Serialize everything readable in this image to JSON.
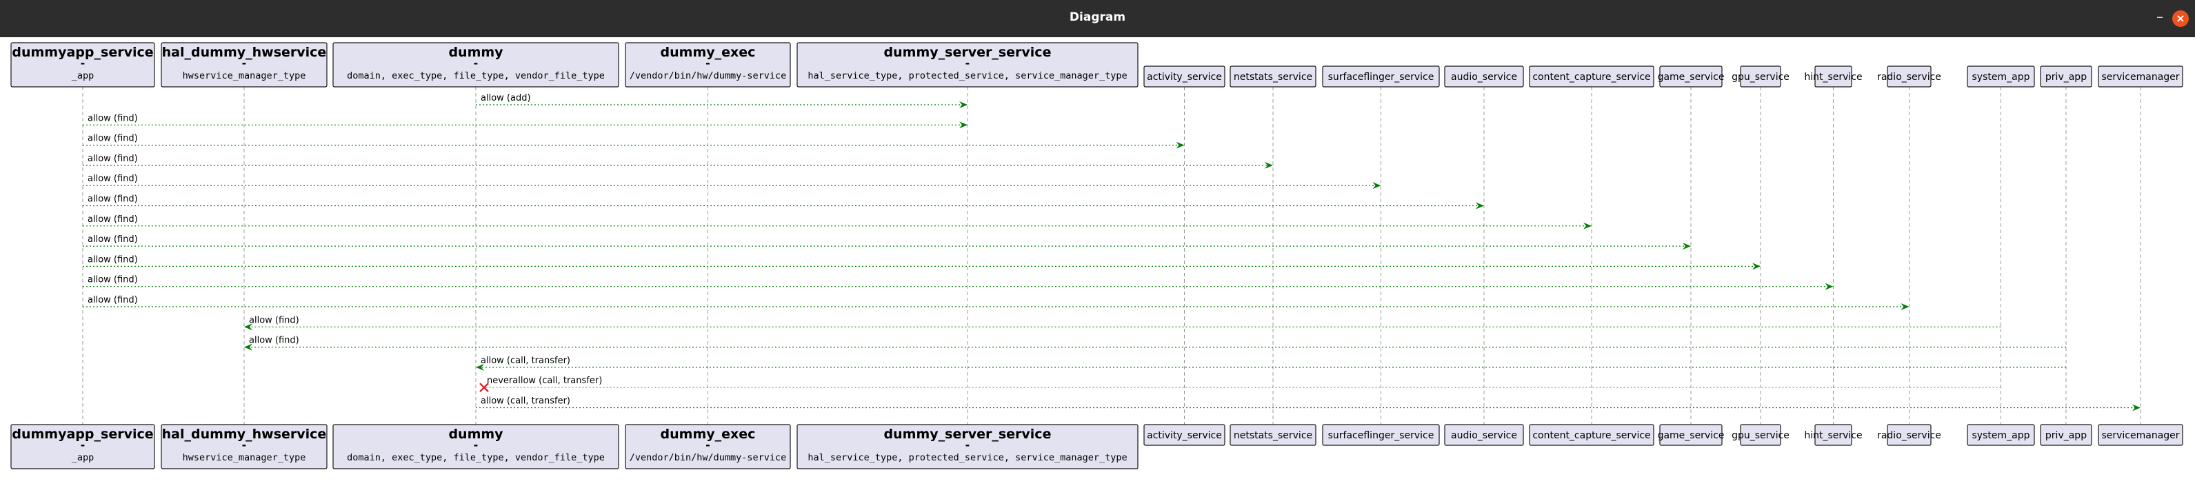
{
  "window": {
    "title": "Diagram",
    "minimize_icon": "minimize-icon",
    "close_icon": "close-icon",
    "close_color": "#e95420"
  },
  "participants": [
    {
      "id": "dummyapp_service",
      "name": "dummyapp_service",
      "dash": "-",
      "attrs": "_app"
    },
    {
      "id": "hal_dummy_hwservice",
      "name": "hal_dummy_hwservice",
      "dash": "-",
      "attrs": "hwservice_manager_type"
    },
    {
      "id": "dummy",
      "name": "dummy",
      "dash": "-",
      "attrs": "domain,  exec_type,  file_type,  vendor_file_type"
    },
    {
      "id": "dummy_exec",
      "name": "dummy_exec",
      "dash": "-",
      "attrs": "/vendor/bin/hw/dummy-service"
    },
    {
      "id": "dummy_server_service",
      "name": "dummy_server_service",
      "dash": "-",
      "attrs": "hal_service_type,  protected_service,  service_manager_type"
    },
    {
      "id": "activity_service",
      "name": "activity_service"
    },
    {
      "id": "netstats_service",
      "name": "netstats_service"
    },
    {
      "id": "surfaceflinger_service",
      "name": "surfaceflinger_service"
    },
    {
      "id": "audio_service",
      "name": "audio_service"
    },
    {
      "id": "content_capture_service",
      "name": "content_capture_service"
    },
    {
      "id": "game_service",
      "name": "game_service"
    },
    {
      "id": "gpu_service",
      "name": "gpu_service"
    },
    {
      "id": "hint_service",
      "name": "hint_service"
    },
    {
      "id": "radio_service",
      "name": "radio_service"
    },
    {
      "id": "system_app",
      "name": "system_app"
    },
    {
      "id": "priv_app",
      "name": "priv_app"
    },
    {
      "id": "servicemanager",
      "name": "servicemanager"
    }
  ],
  "messages": [
    {
      "from": "dummy",
      "to": "dummy_server_service",
      "label": "allow (add)",
      "kind": "allow"
    },
    {
      "from": "dummyapp_service",
      "to": "dummy_server_service",
      "label": "allow (find)",
      "kind": "allow"
    },
    {
      "from": "dummyapp_service",
      "to": "activity_service",
      "label": "allow (find)",
      "kind": "allow"
    },
    {
      "from": "dummyapp_service",
      "to": "netstats_service",
      "label": "allow (find)",
      "kind": "allow"
    },
    {
      "from": "dummyapp_service",
      "to": "surfaceflinger_service",
      "label": "allow (find)",
      "kind": "allow"
    },
    {
      "from": "dummyapp_service",
      "to": "audio_service",
      "label": "allow (find)",
      "kind": "allow"
    },
    {
      "from": "dummyapp_service",
      "to": "content_capture_service",
      "label": "allow (find)",
      "kind": "allow"
    },
    {
      "from": "dummyapp_service",
      "to": "game_service",
      "label": "allow (find)",
      "kind": "allow"
    },
    {
      "from": "dummyapp_service",
      "to": "gpu_service",
      "label": "allow (find)",
      "kind": "allow"
    },
    {
      "from": "dummyapp_service",
      "to": "hint_service",
      "label": "allow (find)",
      "kind": "allow"
    },
    {
      "from": "dummyapp_service",
      "to": "radio_service",
      "label": "allow (find)",
      "kind": "allow"
    },
    {
      "from": "system_app",
      "to": "hal_dummy_hwservice",
      "label": "allow (find)",
      "kind": "allow"
    },
    {
      "from": "priv_app",
      "to": "hal_dummy_hwservice",
      "label": "allow (find)",
      "kind": "allow"
    },
    {
      "from": "priv_app",
      "to": "dummy",
      "label": "allow (call, transfer)",
      "kind": "allow"
    },
    {
      "from": "system_app",
      "to": "dummy",
      "label": "neverallow (call, transfer)",
      "kind": "neverallow"
    },
    {
      "from": "dummy",
      "to": "servicemanager",
      "label": "allow (call, transfer)",
      "kind": "allow"
    }
  ],
  "colors": {
    "allow": "#008000",
    "neverallow": "#e06666",
    "deny_mark": "#dd2222",
    "participant_fill": "#e2e2f0",
    "participant_border": "#181818",
    "lifeline": "#999999"
  }
}
